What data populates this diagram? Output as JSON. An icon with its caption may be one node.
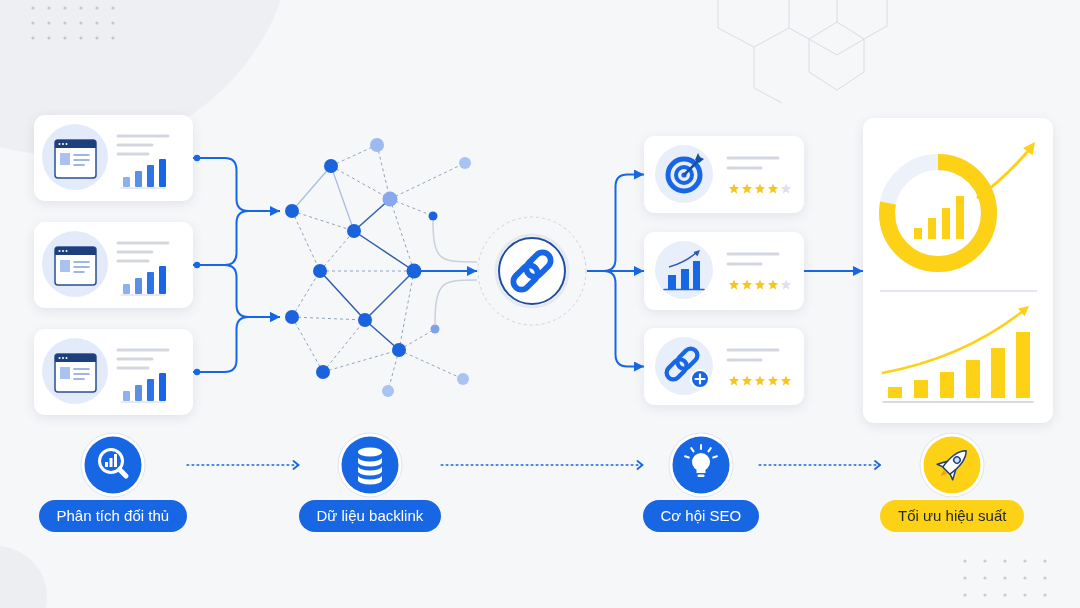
{
  "diagram": {
    "nodes": [
      {
        "text": [],
        "shape": "box"
      },
      {
        "text": [],
        "shape": "box"
      },
      {
        "text": [],
        "shape": "box"
      },
      {
        "text": [],
        "shape": "picture"
      },
      {
        "text": [],
        "shape": "circle"
      },
      {
        "text": [],
        "shape": "box"
      },
      {
        "text": [],
        "shape": "box"
      },
      {
        "text": [],
        "shape": "box"
      },
      {
        "text": [],
        "shape": "box"
      },
      {
        "text": [
          "Phân tích đối thủ"
        ]
      },
      {
        "text": [
          "Dữ liệu backlink"
        ]
      },
      {
        "text": [
          "Cơ hội SEO"
        ]
      },
      {
        "text": [
          "Tối ưu hiệu suất"
        ]
      }
    ],
    "edges": [
      {
        "from": 0,
        "to": 3,
        "arrow": "to"
      },
      {
        "from": 1,
        "to": 3,
        "arrow": "to"
      },
      {
        "from": 2,
        "to": 3,
        "arrow": "to"
      },
      {
        "from": 3,
        "to": 4,
        "arrow": "to"
      },
      {
        "from": 3,
        "to": 4,
        "arrow": "none",
        "color": "#c9d1df"
      },
      {
        "from": 3,
        "to": 4,
        "arrow": "none",
        "color": "#c9d1df"
      },
      {
        "from": 4,
        "to": 5,
        "arrow": "to"
      },
      {
        "from": 4,
        "to": 6,
        "arrow": "to"
      },
      {
        "from": 4,
        "to": 7,
        "arrow": "to"
      },
      {
        "from": 6,
        "to": 8,
        "arrow": "to"
      },
      {
        "from": 9,
        "to": 10,
        "arrow": "to",
        "style": "dashed"
      },
      {
        "from": 10,
        "to": 11,
        "arrow": "to",
        "style": "dashed"
      },
      {
        "from": 11,
        "to": 12,
        "arrow": "to",
        "style": "dashed"
      }
    ]
  }
}
